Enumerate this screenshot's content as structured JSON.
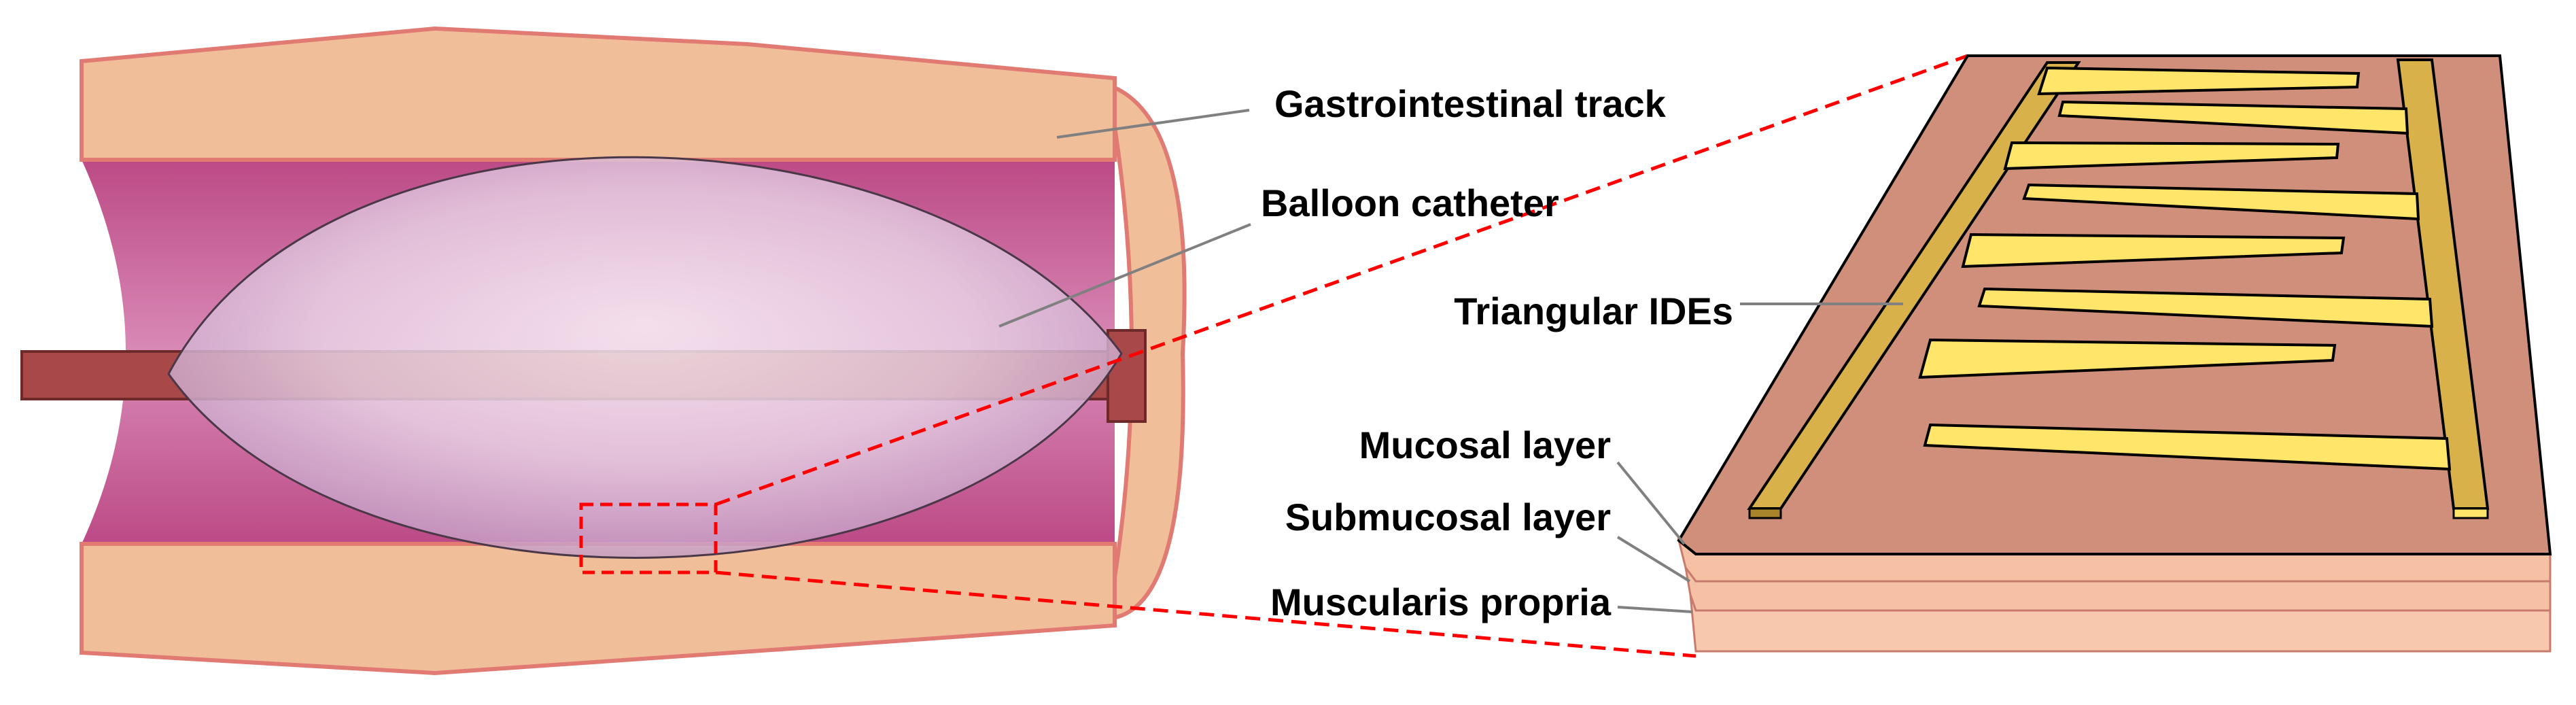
{
  "labels": {
    "gi_track": "Gastrointestinal track",
    "balloon": "Balloon catheter",
    "ides": "Triangular IDEs",
    "mucosal": "Mucosal layer",
    "submucosal": "Submucosal layer",
    "muscularis": "Muscularis propria"
  },
  "colors": {
    "tissue": "#F0BE99",
    "tissue_edge": "#E07A72",
    "lumen": "#C8538E",
    "balloon_center": "#FBF3F9",
    "balloon_edge": "#C7A3C6",
    "catheter": "#A84848",
    "zoom_box": "#FF0000",
    "layer_top": "#CF8F7B",
    "layer_front": "#F6C0A5",
    "electrode_top": "#D9B14A",
    "electrode_finger": "#FFE66A",
    "electrode_side": "#A8852A"
  }
}
